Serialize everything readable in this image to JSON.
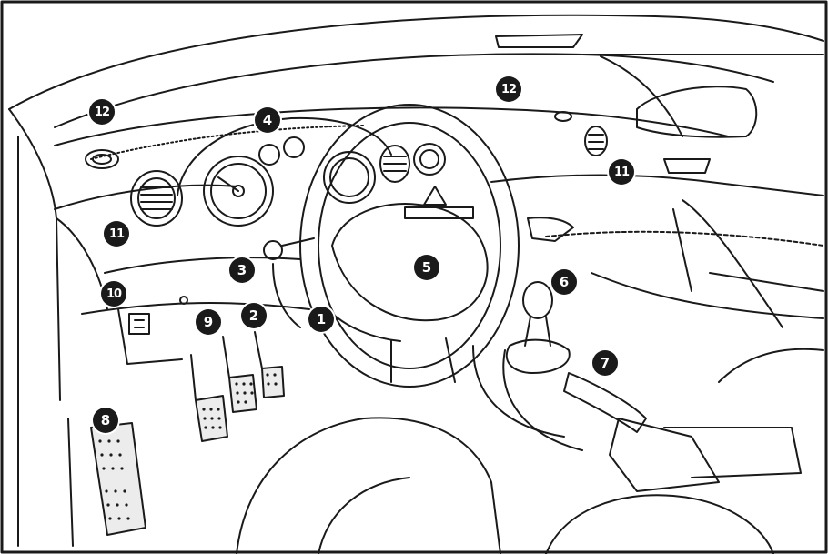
{
  "diagram": {
    "callouts": [
      {
        "id": "1",
        "label": "1"
      },
      {
        "id": "2",
        "label": "2"
      },
      {
        "id": "3",
        "label": "3"
      },
      {
        "id": "4",
        "label": "4"
      },
      {
        "id": "5",
        "label": "5"
      },
      {
        "id": "6",
        "label": "6"
      },
      {
        "id": "7",
        "label": "7"
      },
      {
        "id": "8",
        "label": "8"
      },
      {
        "id": "9",
        "label": "9"
      },
      {
        "id": "10",
        "label": "10"
      },
      {
        "id": "11a",
        "label": "11"
      },
      {
        "id": "11b",
        "label": "11"
      },
      {
        "id": "12a",
        "label": "12"
      },
      {
        "id": "12b",
        "label": "12"
      }
    ]
  },
  "colors": {
    "ink": "#1a1a1a",
    "paper": "#ffffff",
    "pedal_fill": "#ececec"
  }
}
